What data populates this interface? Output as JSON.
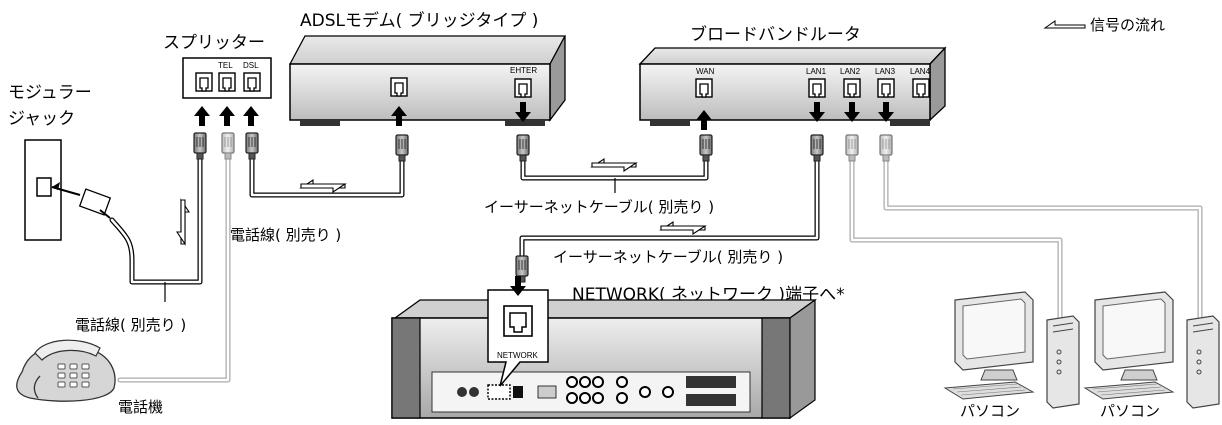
{
  "legend": {
    "label": "信号の流れ"
  },
  "labels": {
    "splitter": "スプリッター",
    "modem": "ADSLモデム( ブリッジタイプ )",
    "router": "ブロードバンドルータ",
    "modular_jack": "モジュラー",
    "modular_jack_2": "ジャック",
    "phone_line_1": "電話線( 別売り )",
    "phone_line_2": "電話線( 別売り )",
    "telephone": "電話機",
    "ethernet_cable_1": "イーサーネットケーブル( 別売り )",
    "ethernet_cable_2": "イーサーネットケーブル( 別売り )",
    "network_terminal": "NETWORK( ネットワーク )端子へ*",
    "pc_1": "パソコン",
    "pc_2": "パソコン"
  },
  "ports": {
    "splitter": [
      "TEL",
      "DSL"
    ],
    "modem": "EHTER",
    "router_wan": "WAN",
    "router_lan": [
      "LAN1",
      "LAN2",
      "LAN3",
      "LAN4"
    ],
    "network": "NETWORK"
  }
}
